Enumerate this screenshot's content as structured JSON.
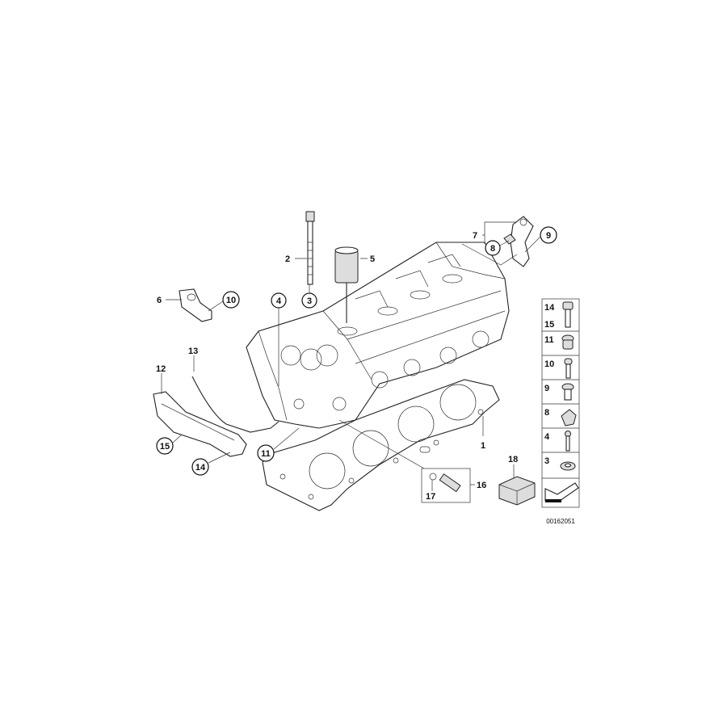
{
  "diagram": {
    "callouts": {
      "p1": "1",
      "p2": "2",
      "p3": "3",
      "p4": "4",
      "p5": "5",
      "p6": "6",
      "p7": "7",
      "p8": "8",
      "p9": "9",
      "p10": "10",
      "p11": "11",
      "p12": "12",
      "p13": "13",
      "p14": "14",
      "p15": "15",
      "p16": "16",
      "p17": "17",
      "p18": "18"
    },
    "legend": [
      {
        "labels": [
          "14",
          "15"
        ],
        "icon": "hex-bolt-icon"
      },
      {
        "labels": [
          "11"
        ],
        "icon": "screw-plug-icon"
      },
      {
        "labels": [
          "10"
        ],
        "icon": "torx-bolt-icon"
      },
      {
        "labels": [
          "9"
        ],
        "icon": "countersunk-bolt-icon"
      },
      {
        "labels": [
          "8"
        ],
        "icon": "clip-nut-icon"
      },
      {
        "labels": [
          "4"
        ],
        "icon": "long-bolt-icon"
      },
      {
        "labels": [
          "3"
        ],
        "icon": "washer-icon"
      },
      {
        "labels": [],
        "icon": "arrow-icon"
      }
    ],
    "diagram_number": "00162051"
  }
}
